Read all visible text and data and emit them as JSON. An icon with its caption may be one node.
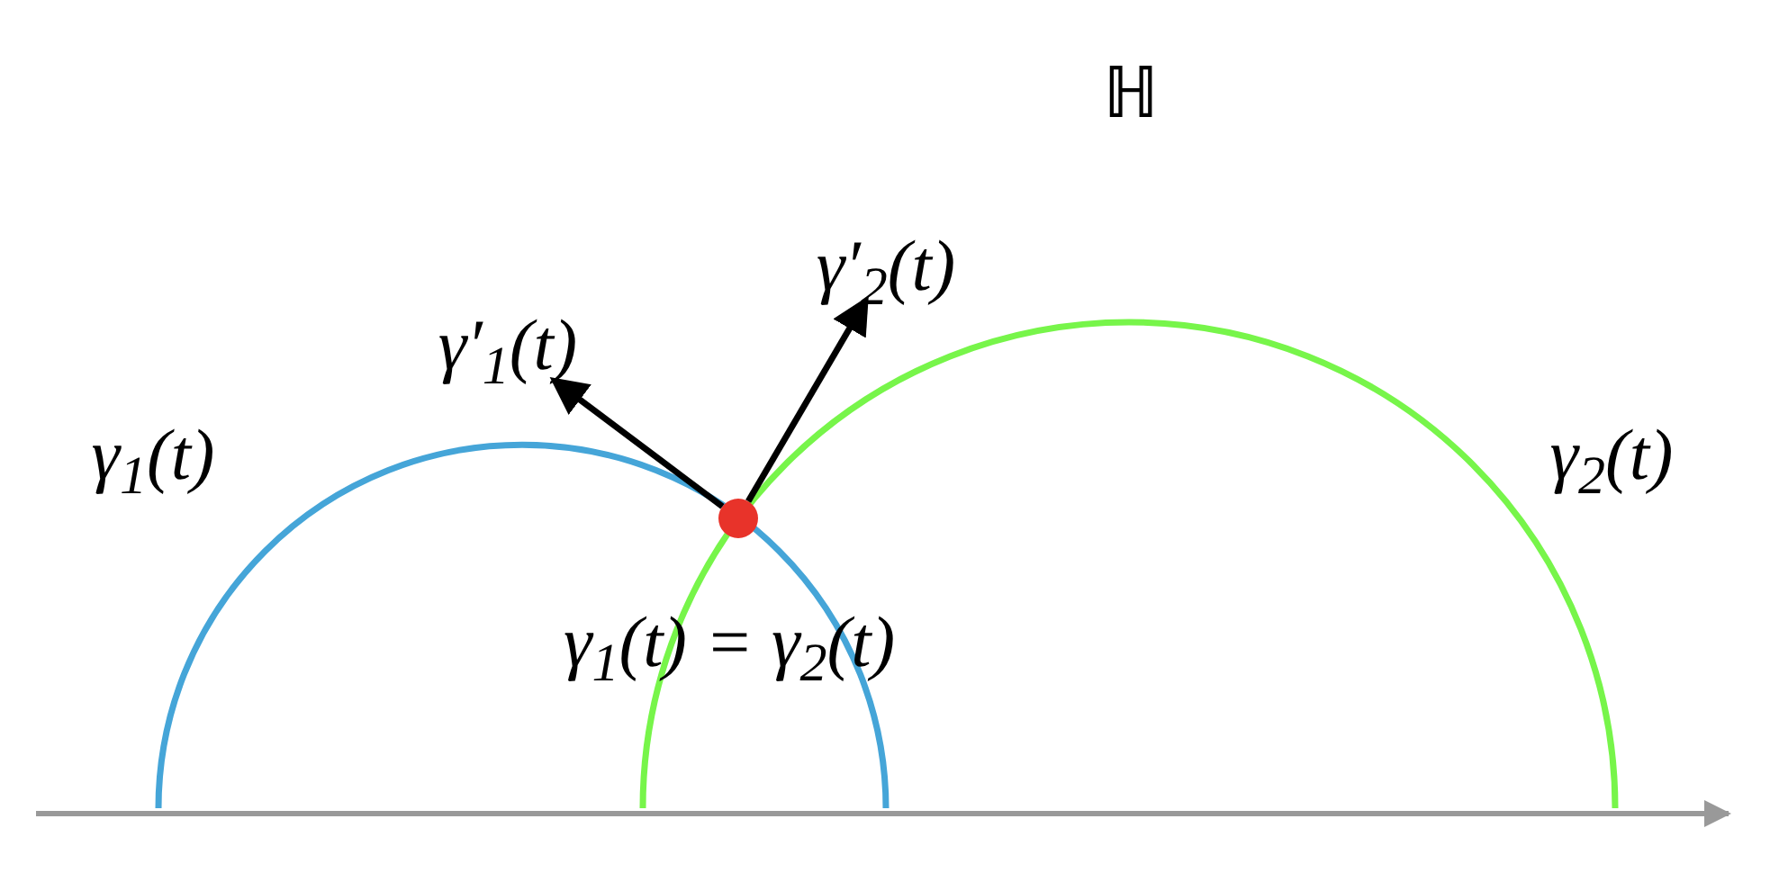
{
  "diagram": {
    "nodes": [
      {
        "text": [],
        "shape": "circle"
      },
      {
        "text": [
          "γ′$_{2}$(t)"
        ]
      },
      {
        "text": [
          "γ′$_{1}$(t)"
        ]
      }
    ],
    "edges": [
      {
        "from": 0,
        "to": 2,
        "arrow": "to"
      },
      {
        "from": 0,
        "to": 1,
        "arrow": "to"
      }
    ],
    "labels": [
      "ℍ",
      "γ$_{1}$(t)",
      "γ$_{2}$(t)",
      "γ$_{1}$(t) = γ$_{2}$(t)"
    ]
  }
}
